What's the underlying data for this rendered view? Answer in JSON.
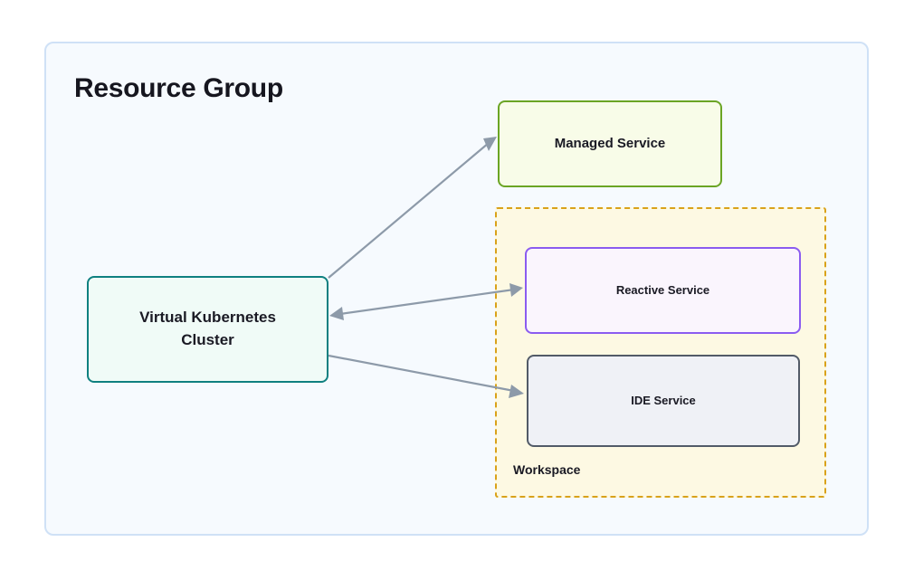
{
  "diagram": {
    "title": "Resource Group",
    "background_color": "#ffffff",
    "container": {
      "label": "Resource Group",
      "fill": "#f6fafe",
      "border": "#cfe1f6"
    },
    "nodes": [
      {
        "id": "cluster",
        "label": "Virtual Kubernetes Cluster",
        "line1": "Virtual Kubernetes",
        "line2": "Cluster",
        "fill": "#f0fbf7",
        "border": "#0f8080"
      },
      {
        "id": "managed",
        "label": "Managed Service",
        "fill": "#f8fce8",
        "border": "#6ba524"
      },
      {
        "id": "reactive",
        "label": "Reactive Service",
        "fill": "#faf5fd",
        "border": "#8b5cf0"
      },
      {
        "id": "ide",
        "label": "IDE Service",
        "fill": "#eff1f6",
        "border": "#525b68"
      }
    ],
    "groups": [
      {
        "id": "workspace",
        "label": "Workspace",
        "fill": "#fdf9e3",
        "border": "#d9a21a",
        "border_style": "dashed"
      }
    ],
    "edges": [
      {
        "id": "cluster-to-managed",
        "from": "cluster",
        "to": "managed",
        "direction": "forward",
        "color": "#8d9aa9"
      },
      {
        "id": "cluster-reactive",
        "from": "cluster",
        "to": "reactive",
        "direction": "bidirectional",
        "color": "#8d9aa9"
      },
      {
        "id": "cluster-to-ide",
        "from": "cluster",
        "to": "ide",
        "direction": "forward",
        "color": "#8d9aa9"
      }
    ]
  }
}
